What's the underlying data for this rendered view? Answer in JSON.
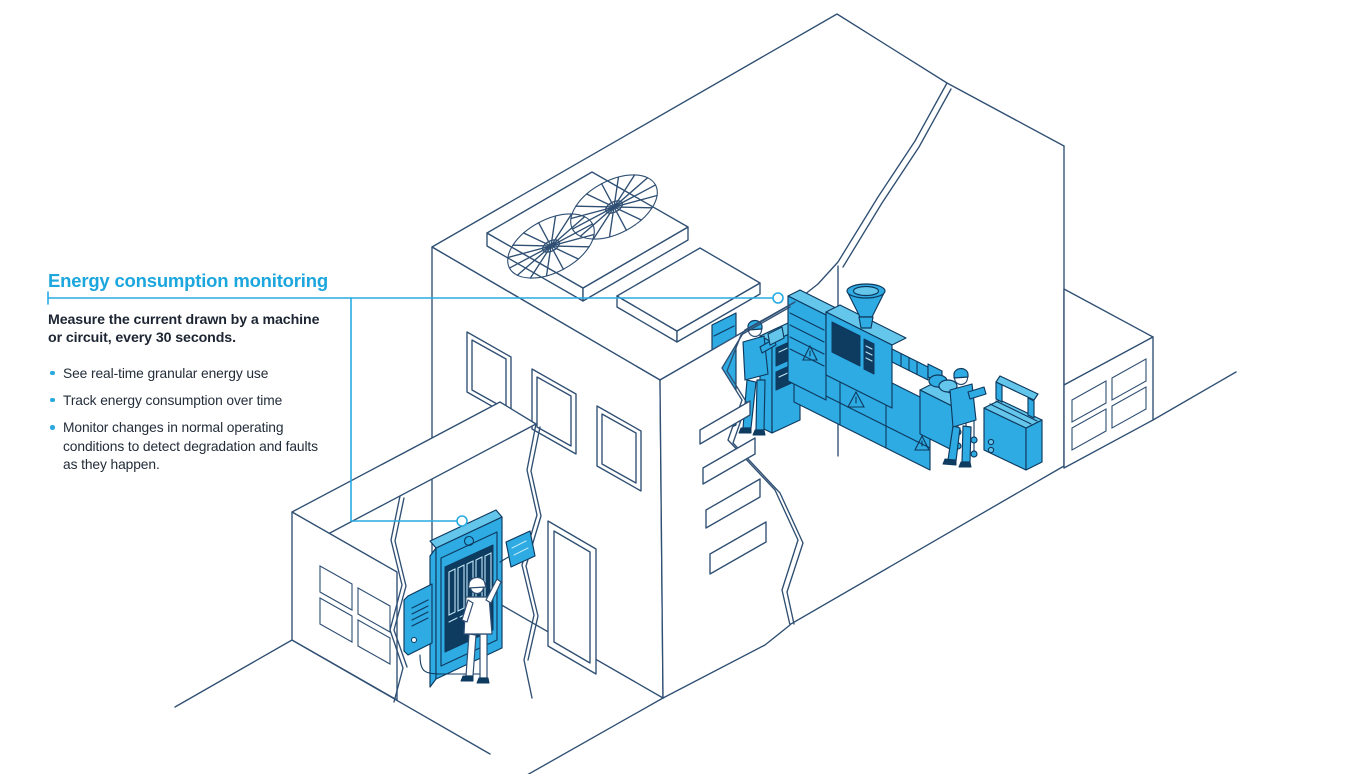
{
  "callout": {
    "title": "Energy consumption monitoring",
    "lead": "Measure the current drawn by a machine or circuit, every 30 seconds.",
    "bullets": [
      "See real-time granular energy use",
      "Track energy consumption over time",
      "Monitor changes in normal operating conditions to detect degradation and faults as they happen."
    ]
  },
  "colors": {
    "accent_cyan": "#29abe2",
    "title_cyan": "#1ba6dd",
    "body_text": "#1d2533",
    "outline_navy": "#2f4f73",
    "machine_outline": "#0f395e",
    "machine_blue": "#2dabe2",
    "machine_blue_light": "#65c6ec",
    "machine_dark": "#0e3c60",
    "background": "#ffffff"
  },
  "figures": {
    "building": "isometric factory cutaway",
    "connector_1_target": "injection molding machines",
    "connector_2_target": "electrical distribution panel"
  }
}
